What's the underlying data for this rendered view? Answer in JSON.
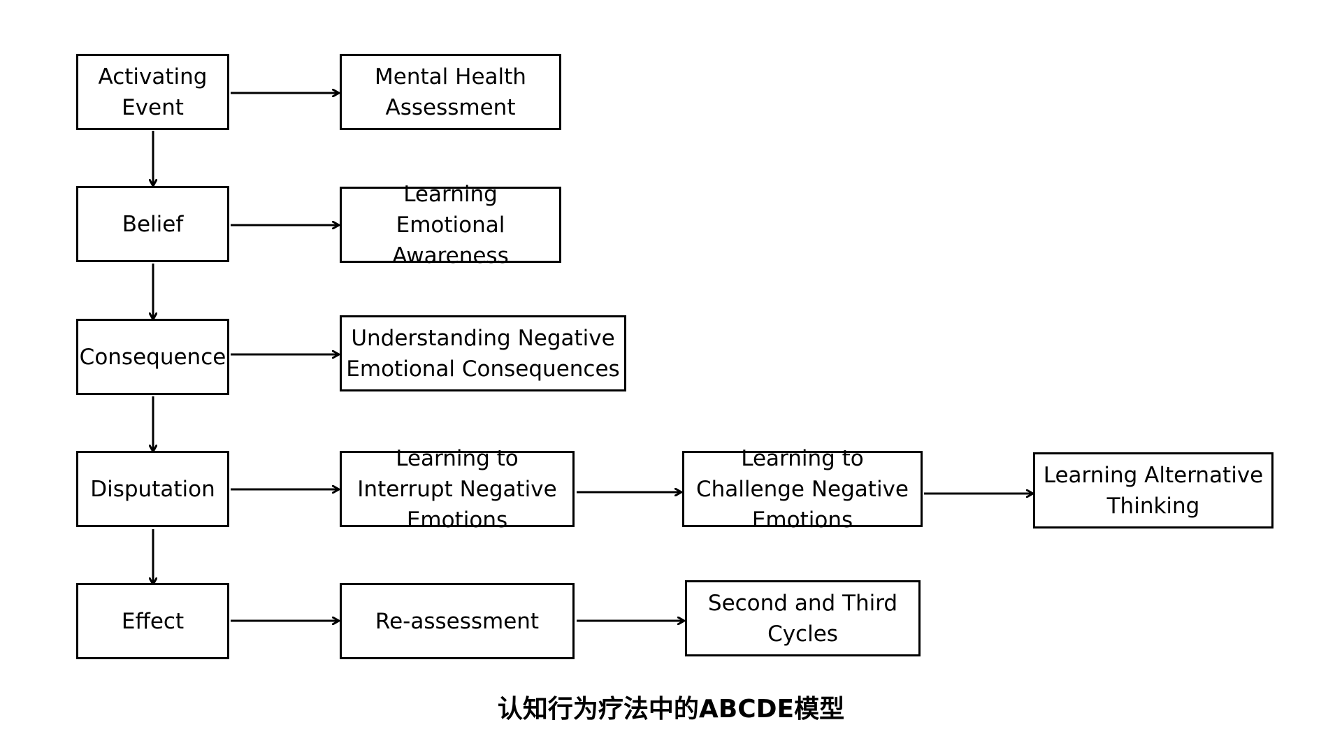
{
  "colors": {
    "background": "#ffffff",
    "stroke": "#000000",
    "text": "#000000"
  },
  "nodes": {
    "activating_event": "Activating Event",
    "belief": "Belief",
    "consequence": "Consequence",
    "disputation": "Disputation",
    "effect": "Effect",
    "mental_health_assessment": "Mental Health Assessment",
    "learning_emotional_awareness": "Learning Emotional Awareness",
    "understanding_negative": "Understanding Negative Emotional Consequences",
    "learning_to_interrupt": "Learning to Interrupt Negative Emotions",
    "learning_to_challenge": "Learning to Challenge Negative Emotions",
    "learning_alternative": "Learning Alternative Thinking",
    "re_assessment": "Re-assessment",
    "second_third_cycles": "Second and Third Cycles"
  },
  "edges": [
    {
      "from": "activating_event",
      "to": "belief"
    },
    {
      "from": "belief",
      "to": "consequence"
    },
    {
      "from": "consequence",
      "to": "disputation"
    },
    {
      "from": "disputation",
      "to": "effect"
    },
    {
      "from": "activating_event",
      "to": "mental_health_assessment"
    },
    {
      "from": "belief",
      "to": "learning_emotional_awareness"
    },
    {
      "from": "consequence",
      "to": "understanding_negative"
    },
    {
      "from": "disputation",
      "to": "learning_to_interrupt"
    },
    {
      "from": "learning_to_interrupt",
      "to": "learning_to_challenge"
    },
    {
      "from": "learning_to_challenge",
      "to": "learning_alternative"
    },
    {
      "from": "effect",
      "to": "re_assessment"
    },
    {
      "from": "re_assessment",
      "to": "second_third_cycles"
    }
  ],
  "caption": "认知行为疗法中的ABCDE模型"
}
